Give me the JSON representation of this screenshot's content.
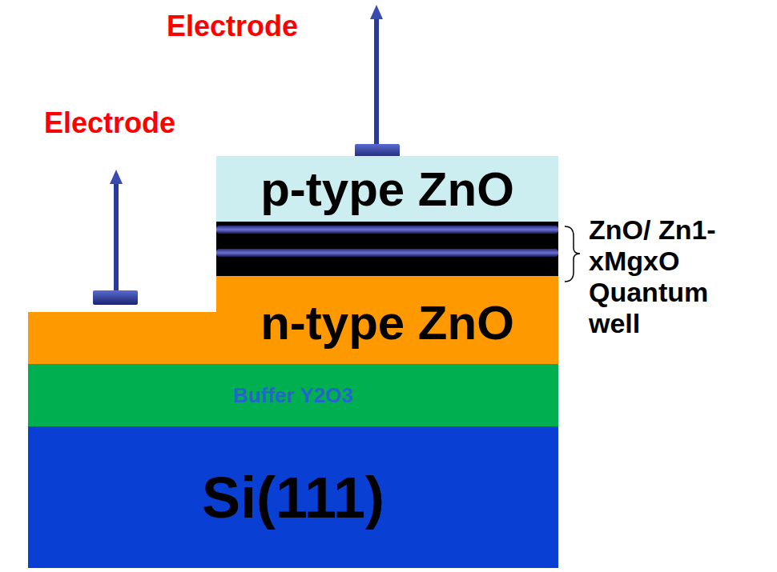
{
  "diagram": {
    "nodes": [
      {
        "text": [
          "p-type ZnO"
        ]
      },
      {
        "text": [
          "n-type ZnO"
        ]
      },
      {
        "text": [
          "Buffer Y2O3"
        ]
      },
      {
        "text": [
          "Si(111)"
        ]
      }
    ],
    "labels": [
      "Electrode",
      "Electrode",
      "ZnO/ Zn1-xMgxO Quantum well"
    ]
  }
}
